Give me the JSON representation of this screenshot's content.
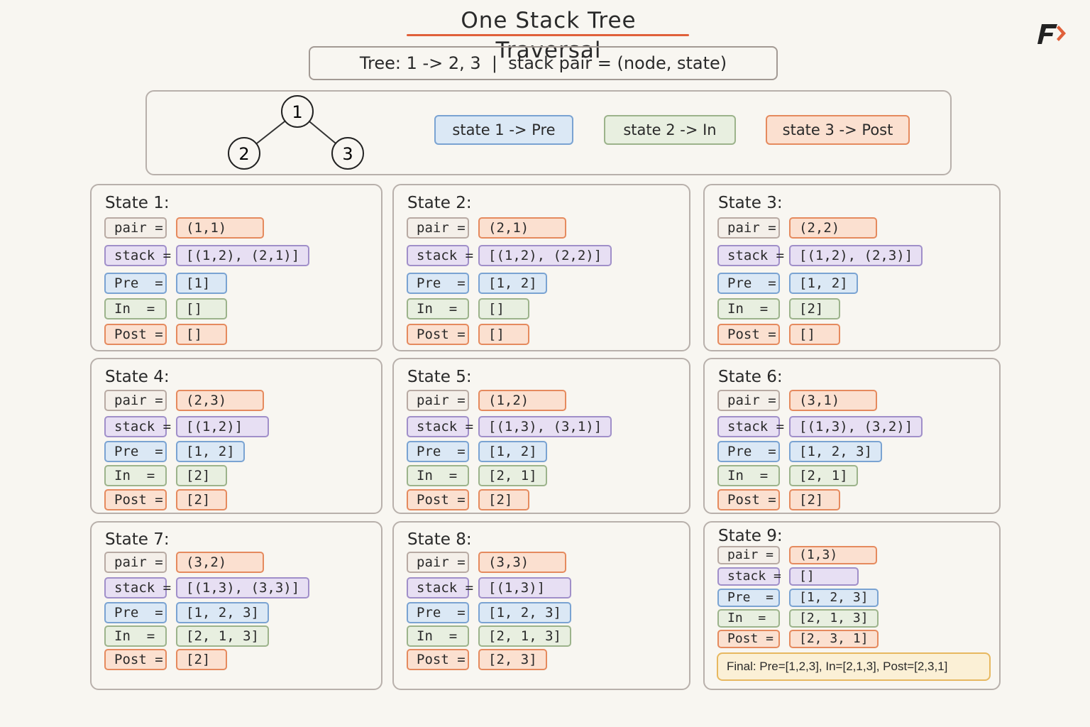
{
  "title": "One Stack Tree Traversal",
  "subtitle": "Tree: 1 -> 2, 3  |  stack pair = (node, state)",
  "tree": {
    "root": "1",
    "left": "2",
    "right": "3"
  },
  "legend": {
    "pre": "state 1 -> Pre",
    "in": "state 2 -> In",
    "post": "state 3 -> Post"
  },
  "labels": {
    "pair": "pair =",
    "stack": "stack =",
    "pre": "Pre  =",
    "in": "In  =",
    "post": "Post ="
  },
  "states": [
    {
      "title": "State 1:",
      "pair": "(1,1)",
      "stack": "[(1,2), (2,1)]",
      "pre": "[1]",
      "in": "[]",
      "post": "[]"
    },
    {
      "title": "State 2:",
      "pair": "(2,1)",
      "stack": "[(1,2), (2,2)]",
      "pre": "[1, 2]",
      "in": "[]",
      "post": "[]"
    },
    {
      "title": "State 3:",
      "pair": "(2,2)",
      "stack": "[(1,2), (2,3)]",
      "pre": "[1, 2]",
      "in": "[2]",
      "post": "[]"
    },
    {
      "title": "State 4:",
      "pair": "(2,3)",
      "stack": "[(1,2)]",
      "pre": "[1, 2]",
      "in": "[2]",
      "post": "[2]"
    },
    {
      "title": "State 5:",
      "pair": "(1,2)",
      "stack": "[(1,3), (3,1)]",
      "pre": "[1, 2]",
      "in": "[2, 1]",
      "post": "[2]"
    },
    {
      "title": "State 6:",
      "pair": "(3,1)",
      "stack": "[(1,3), (3,2)]",
      "pre": "[1, 2, 3]",
      "in": "[2, 1]",
      "post": "[2]"
    },
    {
      "title": "State 7:",
      "pair": "(3,2)",
      "stack": "[(1,3), (3,3)]",
      "pre": "[1, 2, 3]",
      "in": "[2, 1, 3]",
      "post": "[2]"
    },
    {
      "title": "State 8:",
      "pair": "(3,3)",
      "stack": "[(1,3)]",
      "pre": "[1, 2, 3]",
      "in": "[2, 1, 3]",
      "post": "[2, 3]"
    },
    {
      "title": "State 9:",
      "pair": "(1,3)",
      "stack": "[]",
      "pre": "[1, 2, 3]",
      "in": "[2, 1, 3]",
      "post": "[2, 3, 1]"
    }
  ],
  "final": "Final: Pre=[1,2,3], In=[2,1,3], Post=[2,3,1]",
  "colors": {
    "accent": "#e0603a",
    "pre": "#7aa3d2",
    "in": "#9cb38b",
    "post": "#e58a5e",
    "stack": "#a08fc9",
    "final": "#e7b860"
  }
}
